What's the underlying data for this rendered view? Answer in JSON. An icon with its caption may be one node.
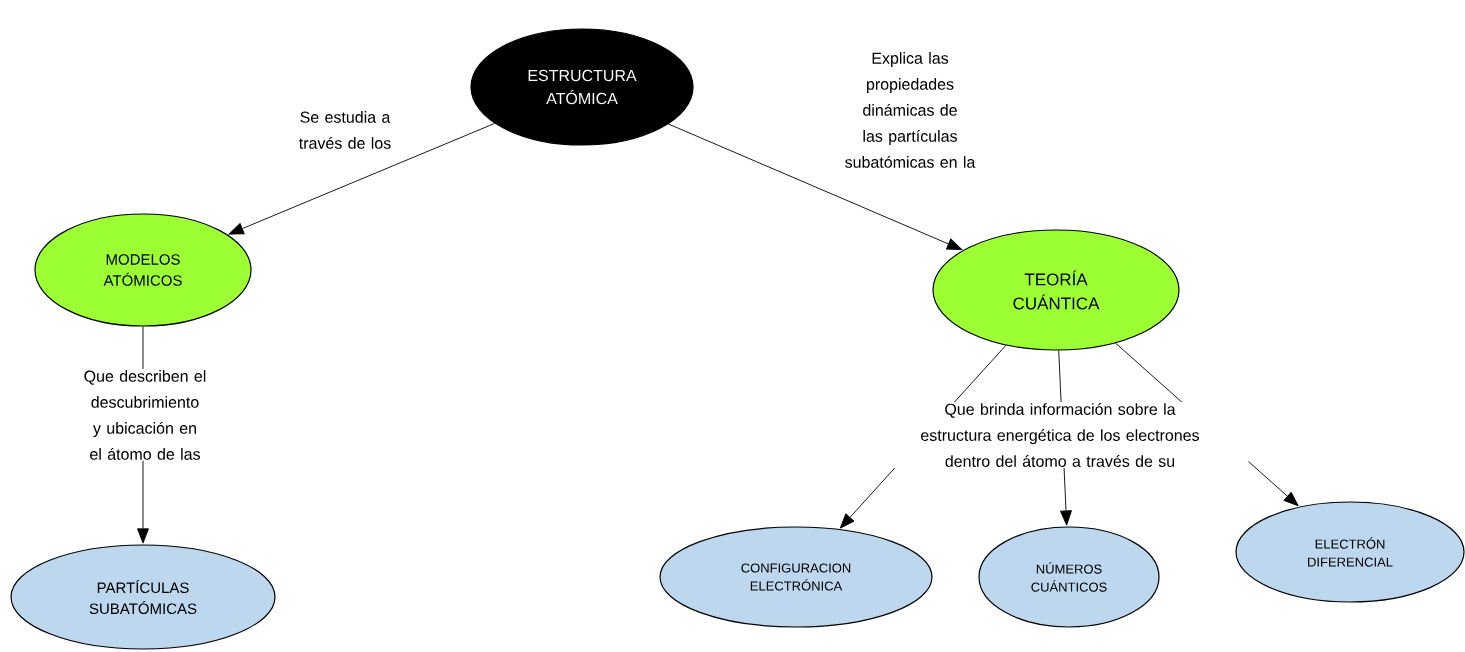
{
  "diagram": {
    "nodes": [
      {
        "text": [
          "ESTRUCTURA ATÓMICA"
        ]
      },
      {
        "text": [
          "MODELOS ATÓMICOS"
        ]
      },
      {
        "text": [
          "TEORÍA CUÁNTICA"
        ]
      },
      {
        "text": [
          "PARTÍCULAS SUBATÓMICAS"
        ]
      },
      {
        "text": [
          "CONFIGURACION ELECTRÓNICA"
        ]
      },
      {
        "text": [
          "NÚMEROS CUÁNTICOS"
        ]
      },
      {
        "text": [
          "ELECTRÓN DIFERENCIAL"
        ]
      }
    ],
    "edges": [
      {
        "from": 0,
        "to": 1,
        "arrow": "to",
        "label": "Se estudia a través de los"
      },
      {
        "from": 0,
        "to": 2,
        "arrow": "to",
        "label": "Explica las propiedades dinámicas de las partículas subatómicas en la"
      },
      {
        "from": 1,
        "to": 3,
        "arrow": "to",
        "label": "Que describen el descubrimiento y ubicación en el átomo de las"
      },
      {
        "from": 2,
        "to": 4,
        "arrow": "to"
      },
      {
        "from": 2,
        "to": 5,
        "arrow": "to",
        "label": "Que brinda información sobre la estructura energética de los electrones dentro del átomo a través de su"
      },
      {
        "from": 2,
        "to": 6,
        "arrow": "to"
      }
    ]
  }
}
